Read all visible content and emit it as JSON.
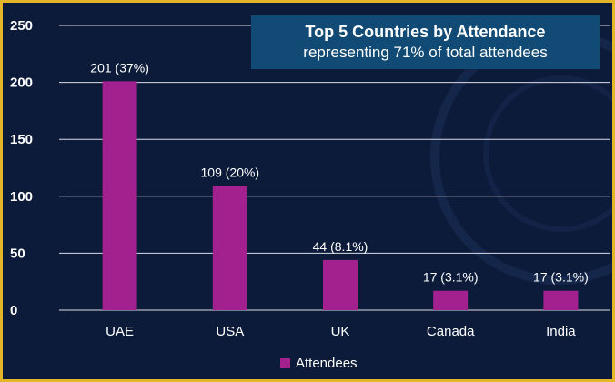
{
  "chart_data": {
    "type": "bar",
    "title": "Top 5 Countries by Attendance",
    "subtitle": "representing 71% of total attendees",
    "categories": [
      "UAE",
      "USA",
      "UK",
      "Canada",
      "India"
    ],
    "series": [
      {
        "name": "Attendees",
        "values": [
          201,
          109,
          44,
          17,
          17
        ],
        "labels": [
          "201 (37%)",
          "109 (20%)",
          "44 (8.1%)",
          "17 (3.1%)",
          "17 (3.1%)"
        ]
      }
    ],
    "ylim": [
      0,
      250
    ],
    "yticks": [
      "0",
      "50",
      "100",
      "150",
      "200",
      "250"
    ],
    "grid": true,
    "legend": "bottom",
    "colors": {
      "bar": "#a3218f",
      "background": "#0d1b3a",
      "title_box": "#114a74",
      "border": "#e3b62a"
    }
  }
}
